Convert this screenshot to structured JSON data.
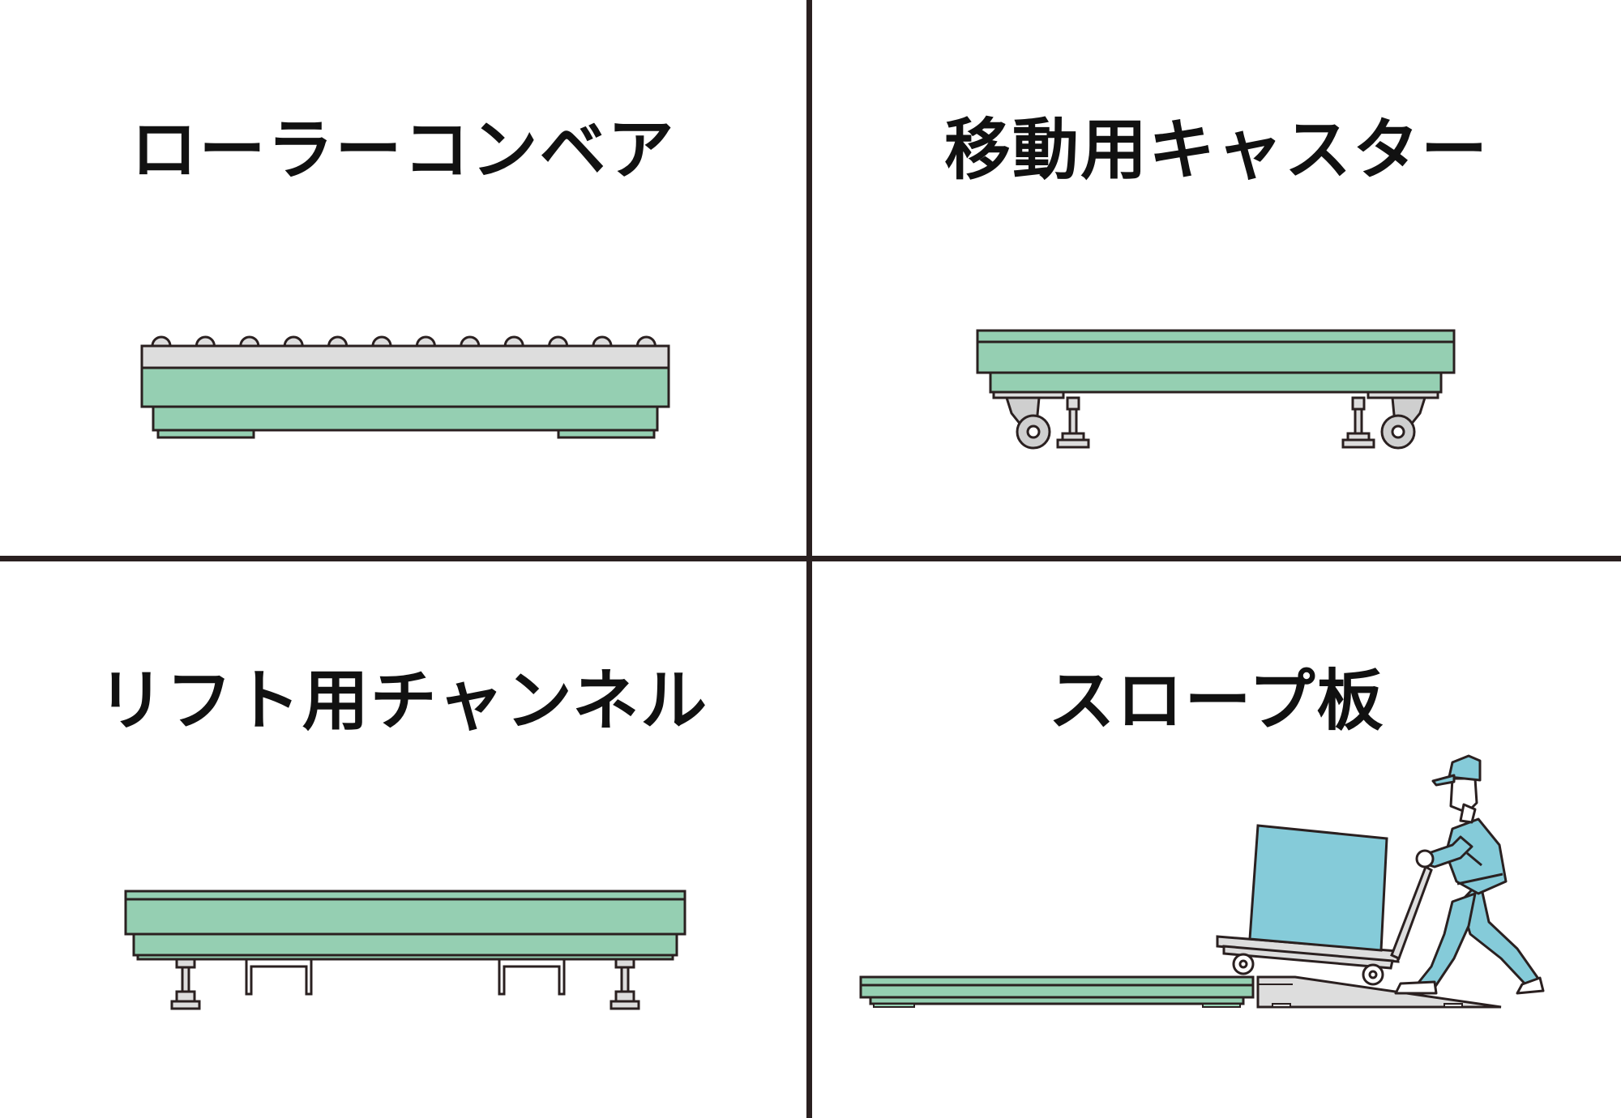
{
  "panels": [
    {
      "title": "ローラーコンベア"
    },
    {
      "title": "移動用キャスター"
    },
    {
      "title": "リフト用チャンネル"
    },
    {
      "title": "スロープ板"
    }
  ],
  "colors": {
    "platform_green": "#95cfb2",
    "roller_gray": "#dddddd",
    "caster_gray": "#cfcfcf",
    "box_blue": "#85cbd9",
    "uniform_blue": "#85cbd9",
    "outline": "#2a2020",
    "divider": "#2a2020"
  },
  "icons": [
    "roller-conveyor-scale-icon",
    "caster-scale-icon",
    "lift-channel-scale-icon",
    "slope-ramp-worker-icon"
  ]
}
